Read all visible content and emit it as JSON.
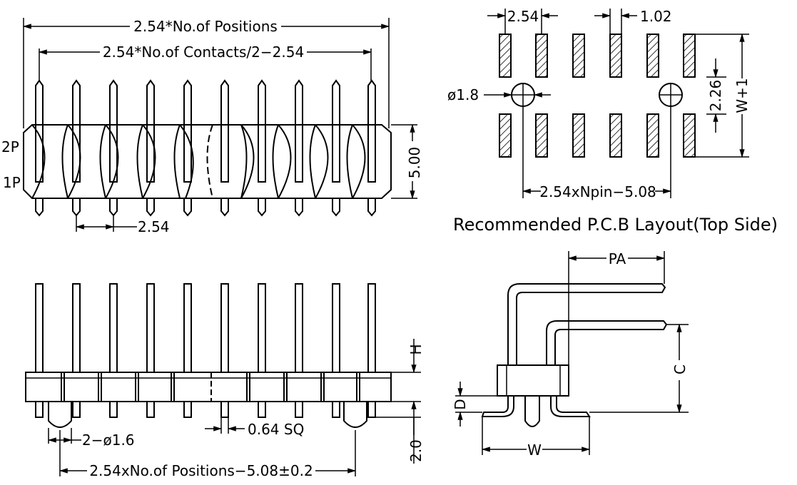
{
  "front_view": {
    "dim_positions": "2.54*No.of Positions",
    "dim_contacts": "2.54*No.of Contacts/2−2.54",
    "dim_height": "5.00",
    "dim_pitch": "2.54",
    "row_label_2p": "2P",
    "row_label_1p": "1P"
  },
  "pcb_layout": {
    "dim_pitch": "2.54",
    "dim_pad_width": "1.02",
    "dim_hole": "ø1.8",
    "dim_row_gap": "2.26",
    "dim_total_width": "W+1",
    "dim_hole_spacing": "2.54xNpin−5.08",
    "title": "Recommended P.C.B Layout(Top Side)"
  },
  "side_view": {
    "dim_h": "H",
    "dim_bottom": "2.0",
    "dim_peg": "2−ø1.6",
    "dim_pin_sq": "0.64 SQ",
    "dim_peg_spacing": "2.54xNo.of Positions−5.08±0.2"
  },
  "profile_view": {
    "dim_pa": "PA",
    "dim_c": "C",
    "dim_d": "D",
    "dim_w": "W"
  }
}
